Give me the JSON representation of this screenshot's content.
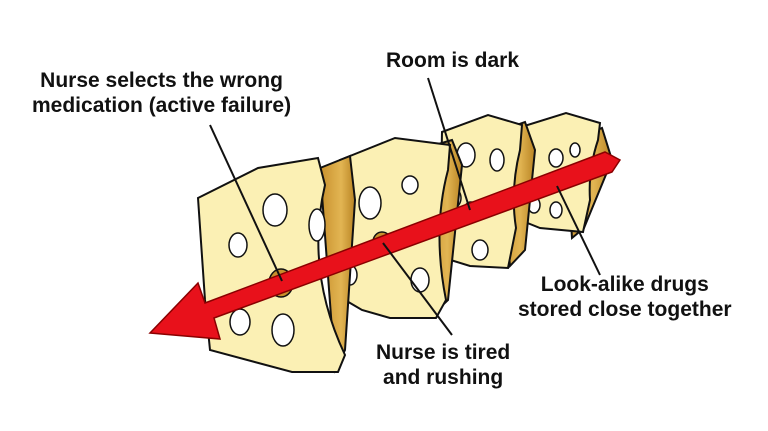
{
  "labels": {
    "active_failure": [
      "Nurse selects the wrong",
      "medication (active failure)"
    ],
    "room_dark": [
      "Room is dark"
    ],
    "tired": [
      "Nurse is tired",
      "and rushing"
    ],
    "look_alike": [
      "Look-alike drugs",
      "stored close together"
    ]
  },
  "colors": {
    "cheese_face": "#fbf0b4",
    "cheese_side": "#d6a640",
    "cheese_dark": "#a67a1c",
    "hole": "#ffffff",
    "arrow": "#e8111b",
    "outline": "#111111"
  }
}
